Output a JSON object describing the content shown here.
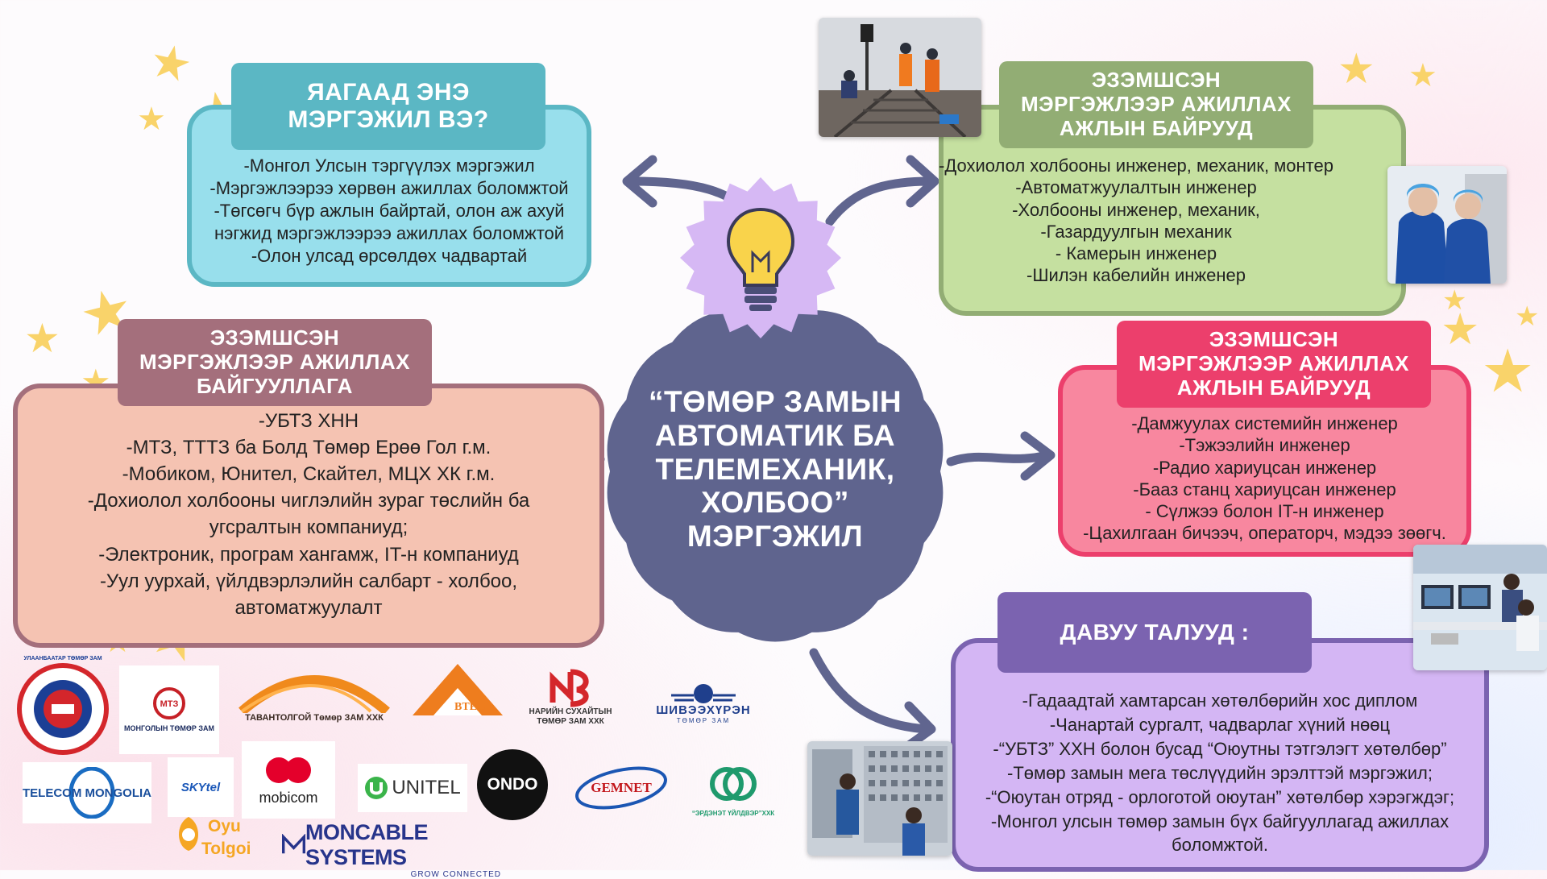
{
  "center": {
    "lines": [
      "“ТӨМӨР ЗАМЫН",
      "АВТОМАТИК БА",
      "ТЕЛЕМЕХАНИК,",
      "ХОЛБОО”",
      "МЭРГЭЖИЛ"
    ]
  },
  "why": {
    "title_lines": [
      "ЯАГААД ЭНЭ",
      "МЭРГЭЖИЛ ВЭ?"
    ],
    "items": [
      "-Монгол Улсын тэргүүлэх мэргэжил",
      "-Мэргэжлээрээ хөрвөн ажиллах боломжтой",
      "-Төгсөгч бүр ажлын байртай, олон аж ахуй",
      "нэгжид мэргэжлээрээ ажиллах боломжтой",
      "-Олон улсад өрсөлдөх чадвартай"
    ]
  },
  "jobs_green": {
    "title_lines": [
      "ЭЗЭМШСЭН",
      "МЭРГЭЖЛЭЭР АЖИЛЛАХ",
      "АЖЛЫН БАЙРУУД"
    ],
    "items": [
      "-Дохиолол холбооны инженер, механик, монтер",
      "-Автоматжуулалтын инженер",
      "-Холбооны инженер, механик,",
      "-Газардуулгын механик",
      "- Камерын инженер",
      "-Шилэн кабелийн инженер"
    ]
  },
  "orgs": {
    "title_lines": [
      "ЭЗЭМШСЭН",
      "МЭРГЭЖЛЭЭР АЖИЛЛАХ",
      "БАЙГУУЛЛАГА"
    ],
    "items": [
      "-УБТЗ ХНН",
      "-МТЗ, ТТТЗ ба Болд Төмөр Ерөө Гол г.м.",
      "-Мобиком, Юнител, Скайтел, МЦХ ХК г.м.",
      "-Дохиолол холбооны чиглэлийн зураг төслийн ба",
      "угсралтын компаниуд;",
      "-Электроник, програм хангамж, IT-н компаниуд",
      "-Уул уурхай, үйлдвэрлэлийн салбарт - холбоо,",
      "автоматжуулалт"
    ]
  },
  "jobs_pink": {
    "title_lines": [
      "ЭЗЭМШСЭН",
      "МЭРГЭЖЛЭЭР АЖИЛЛАХ",
      "АЖЛЫН БАЙРУУД"
    ],
    "items": [
      "-Дамжуулах системийн инженер",
      "-Тэжээлийн инженер",
      "-Радио хариуцсан инженер",
      "-Бааз станц хариуцсан инженер",
      "- Сүлжээ болон IT-н инженер",
      "-Цахилгаан бичээч, операторч, мэдээ зөөгч."
    ]
  },
  "advantages": {
    "title": "ДАВУУ ТАЛУУД :",
    "items": [
      "-Гадаадтай хамтарсан хөтөлбөрийн хос диплом",
      "-Чанартай сургалт, чадварлаг хүний нөөц",
      "-“УБТЗ” ХХН болон бусад “Оюутны тэтгэлэгт хөтөлбөр”",
      "-Төмөр замын мега төслүүдийн эрэлттэй мэргэжил;",
      "-“Оюутан отряд - орлоготой оюутан” хөтөлбөр хэрэгждэг;",
      "-Монгол улсын төмөр замын бүх байгууллагад ажиллах",
      "боломжтой."
    ]
  },
  "logos": {
    "ubtz": "УЛААНБААТАР ТӨМӨР ЗАМ",
    "mtz": "МОНГОЛЫН ТӨМӨР ЗАМ",
    "mtz_mark": "МТЗ",
    "tavan": "ТАВАНТОЛГОЙ Төмөр ЗАМ ХХК",
    "bteg": "BTEG",
    "nariin": "НАРИЙН СУХАЙТЫН ТӨМӨР ЗАМ ХХК",
    "shiveekhuren": "ШИВЭЭХҮРЭН",
    "shiveekhuren_sub": "ТӨМӨР ЗАМ",
    "telecom": "TELECOM MONGOLIA",
    "skytel": "SKYtel",
    "mobicom": "mobicom",
    "unitel": "UNITEL",
    "ondo": "ONDO",
    "gemnet": "GEMNET",
    "erdenet": "“ЭРДЭНЭТ ҮЙЛДВЭР”ХХК",
    "oyu": "Oyu",
    "tolgoi": "Tolgoi",
    "moncable": "MONCABLE SYSTEMS",
    "moncable_sub": "GROW CONNECTED"
  },
  "colors": {
    "teal": "#5bb7c4",
    "teal_light": "#98dfec",
    "green": "#92ad74",
    "green_light": "#c5e0a0",
    "mauve": "#a46f7c",
    "peach": "#f5c3b2",
    "pink": "#ec3f6c",
    "pink_light": "#f8879f",
    "purple": "#7b63b0",
    "purple_light": "#d4b6f4",
    "navy": "#5a5f8a",
    "star": "#f9d36a"
  }
}
